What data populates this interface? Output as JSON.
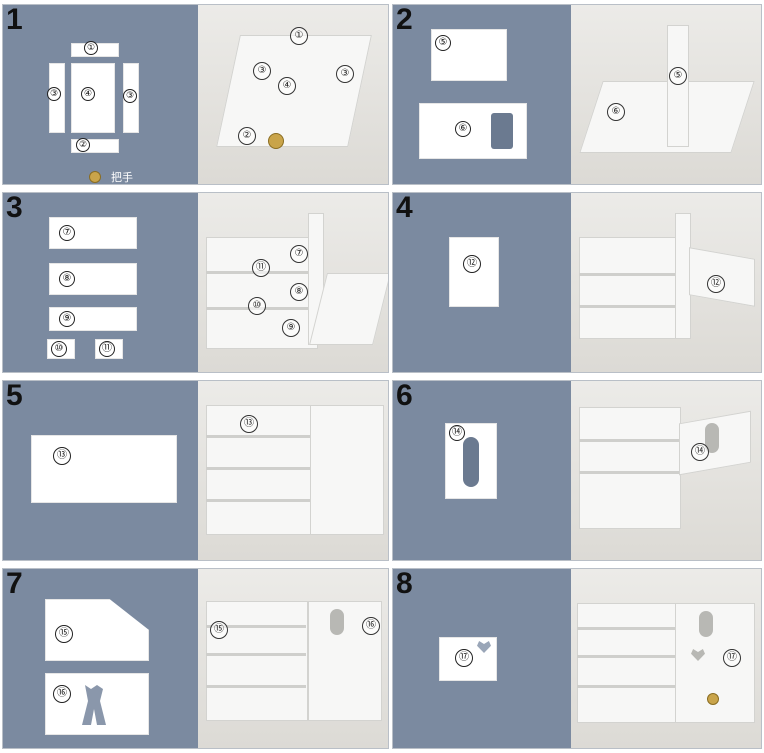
{
  "steps": [
    {
      "number": "1",
      "parts": [
        "①",
        "②",
        "③",
        "④"
      ],
      "photo_parts": [
        "①",
        "③",
        "④",
        "③",
        "②"
      ],
      "handle_label": "把手"
    },
    {
      "number": "2",
      "parts": [
        "⑤",
        "⑥"
      ],
      "photo_parts": [
        "⑤",
        "⑥"
      ]
    },
    {
      "number": "3",
      "parts": [
        "⑦",
        "⑧",
        "⑨",
        "⑩",
        "⑪"
      ],
      "photo_parts": [
        "⑦",
        "⑪",
        "⑧",
        "⑩",
        "⑨"
      ]
    },
    {
      "number": "4",
      "parts": [
        "⑫"
      ],
      "photo_parts": [
        "⑫"
      ]
    },
    {
      "number": "5",
      "parts": [
        "⑬"
      ],
      "photo_parts": [
        "⑬"
      ]
    },
    {
      "number": "6",
      "parts": [
        "⑭"
      ],
      "photo_parts": [
        "⑭"
      ]
    },
    {
      "number": "7",
      "parts": [
        "⑮",
        "⑯"
      ],
      "photo_parts": [
        "⑮",
        "⑯"
      ]
    },
    {
      "number": "8",
      "parts": [
        "⑰"
      ],
      "photo_parts": [
        "⑰"
      ]
    }
  ],
  "colors": {
    "panel_bg": "#7b8aa0",
    "photo_bg": "#e6e5e1",
    "part_white": "#ffffff"
  }
}
